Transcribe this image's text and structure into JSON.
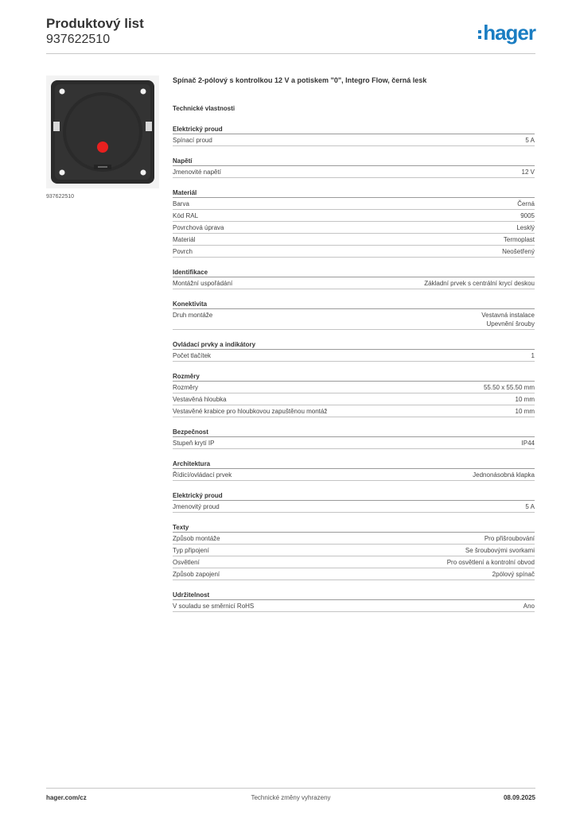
{
  "header": {
    "title": "Produktový list",
    "number": "937622510",
    "logo_text": "hager",
    "brand_color": "#1a7dc2"
  },
  "image": {
    "caption": "937622510",
    "indicator_color": "#e8201f"
  },
  "product_description": "Spínač 2-pólový s kontrolkou 12 V a potiskem \"0\", Integro Flow, černá lesk",
  "tech_heading": "Technické vlastnosti",
  "sections": [
    {
      "title": "Elektrický proud",
      "rows": [
        {
          "label": "Spínací proud",
          "values": [
            "5 A"
          ]
        }
      ]
    },
    {
      "title": "Napětí",
      "rows": [
        {
          "label": "Jmenovité napětí",
          "values": [
            "12 V"
          ]
        }
      ]
    },
    {
      "title": "Materiál",
      "rows": [
        {
          "label": "Barva",
          "values": [
            "Černá"
          ]
        },
        {
          "label": "Kód RAL",
          "values": [
            "9005"
          ]
        },
        {
          "label": "Povrchová úprava",
          "values": [
            "Lesklý"
          ]
        },
        {
          "label": "Materiál",
          "values": [
            "Termoplast"
          ]
        },
        {
          "label": "Povrch",
          "values": [
            "Neošetřený"
          ]
        }
      ]
    },
    {
      "title": "Identifikace",
      "rows": [
        {
          "label": "Montážní uspořádání",
          "values": [
            "Základní prvek s centrální krycí deskou"
          ]
        }
      ]
    },
    {
      "title": "Konektivita",
      "rows": [
        {
          "label": "Druh montáže",
          "values": [
            "Vestavná instalace",
            "Upevnění šrouby"
          ]
        }
      ]
    },
    {
      "title": "Ovládací prvky a indikátory",
      "rows": [
        {
          "label": "Počet tlačítek",
          "values": [
            "1"
          ]
        }
      ]
    },
    {
      "title": "Rozměry",
      "rows": [
        {
          "label": "Rozměry",
          "values": [
            "55.50 x 55.50 mm"
          ]
        },
        {
          "label": "Vestavěná hloubka",
          "values": [
            "10 mm"
          ]
        },
        {
          "label": "Vestavěné krabice pro hloubkovou zapuštěnou montáž",
          "values": [
            "10 mm"
          ]
        }
      ]
    },
    {
      "title": "Bezpečnost",
      "rows": [
        {
          "label": "Stupeň krytí IP",
          "values": [
            "IP44"
          ]
        }
      ]
    },
    {
      "title": "Architektura",
      "rows": [
        {
          "label": "Řídicí/ovládací prvek",
          "values": [
            "Jednonásobná klapka"
          ]
        }
      ]
    },
    {
      "title": "Elektrický proud",
      "rows": [
        {
          "label": "Jmenovitý proud",
          "values": [
            "5 A"
          ]
        }
      ]
    },
    {
      "title": "Texty",
      "rows": [
        {
          "label": "Způsob montáže",
          "values": [
            "Pro přišroubování"
          ]
        },
        {
          "label": "Typ připojení",
          "values": [
            "Se šroubovými svorkami"
          ]
        },
        {
          "label": "Osvětlení",
          "values": [
            "Pro osvětlení a kontrolní obvod"
          ]
        },
        {
          "label": "Způsob zapojení",
          "values": [
            "2pólový spínač"
          ]
        }
      ]
    },
    {
      "title": "Udržitelnost",
      "rows": [
        {
          "label": "V souladu se směrnicí RoHS",
          "values": [
            "Ano"
          ]
        }
      ]
    }
  ],
  "footer": {
    "website": "hager.com/cz",
    "disclaimer": "Technické změny vyhrazeny",
    "date": "08.09.2025"
  }
}
